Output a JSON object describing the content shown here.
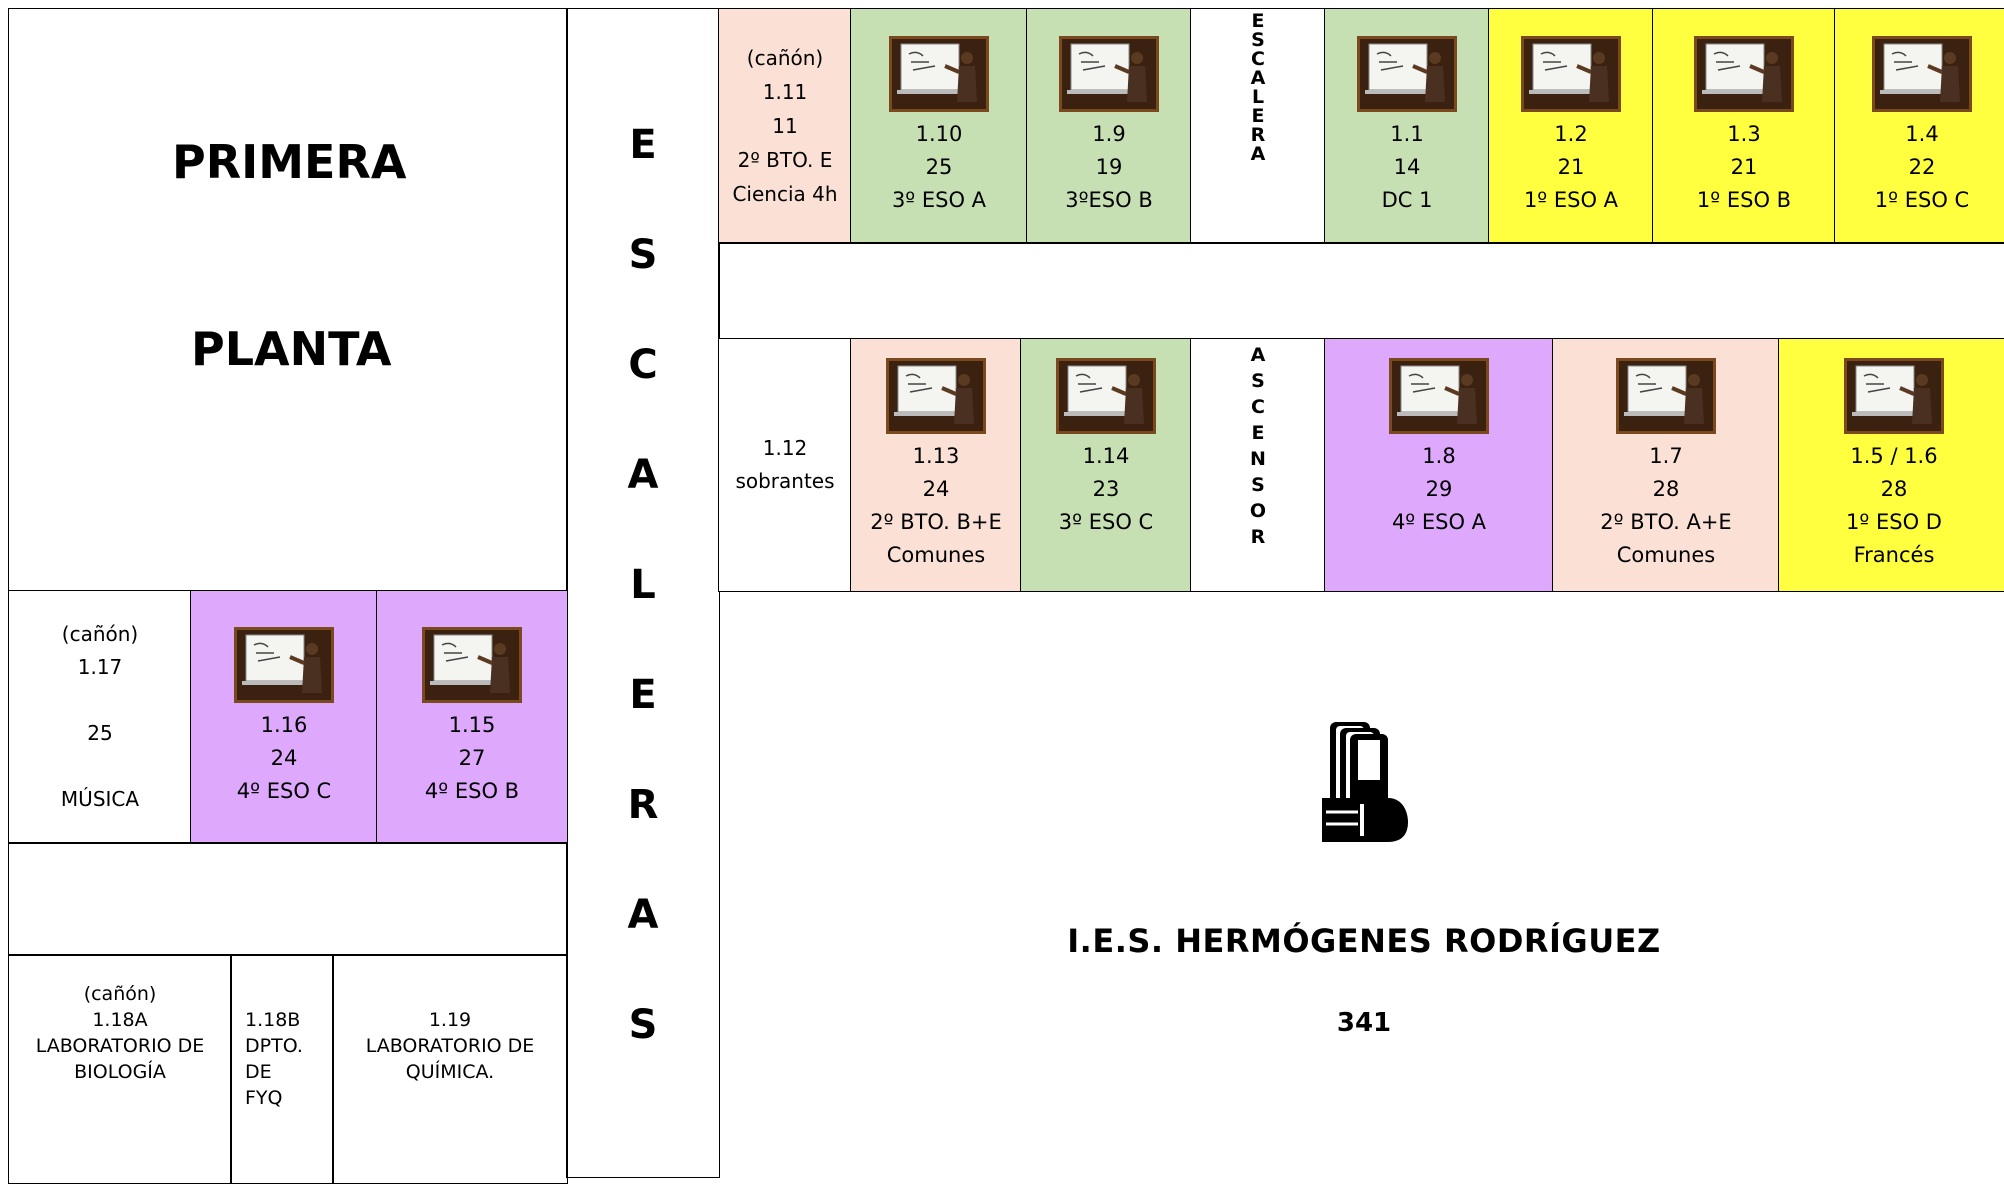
{
  "title": {
    "line1": "PRIMERA",
    "line2": "PLANTA"
  },
  "stairs": {
    "label": "ESCALERAS",
    "letters": [
      "E",
      "S",
      "C",
      "A",
      "L",
      "E",
      "R",
      "A",
      "S"
    ]
  },
  "top_row": [
    {
      "lines": [
        "(cañón)",
        "1.11",
        "11",
        "2º BTO. E",
        "Ciencia 4h"
      ],
      "board": false,
      "color": "#fbe1d5"
    },
    {
      "lines": [
        "1.10",
        "25",
        "3º ESO A"
      ],
      "board": true,
      "color": "#c6e0b4"
    },
    {
      "lines": [
        "1.9",
        "19",
        "3ºESO B"
      ],
      "board": true,
      "color": "#c6e0b4"
    },
    {
      "lines": [
        "1.1",
        "14",
        "DC 1"
      ],
      "board": true,
      "color": "#c6e0b4"
    },
    {
      "lines": [
        "1.2",
        "21",
        "1º ESO A"
      ],
      "board": true,
      "color": "#ffff3f"
    },
    {
      "lines": [
        "1.3",
        "21",
        "1º ESO B"
      ],
      "board": true,
      "color": "#ffff3f"
    },
    {
      "lines": [
        "1.4",
        "22",
        "1º ESO C"
      ],
      "board": true,
      "color": "#ffff3f"
    }
  ],
  "escalera": {
    "label": "ESCALERA",
    "letters": [
      "E",
      "S",
      "C",
      "A",
      "L",
      "E",
      "R",
      "A"
    ]
  },
  "ascensor": {
    "label": "ASCENSOR",
    "letters": [
      "A",
      "S",
      "C",
      "E",
      "N",
      "S",
      "O",
      "R"
    ]
  },
  "bottom_row": [
    {
      "lines": [
        "1.12",
        "sobrantes"
      ],
      "board": false,
      "color": "#ffffff"
    },
    {
      "lines": [
        "1.13",
        "24",
        "2º BTO. B+E",
        "Comunes"
      ],
      "board": true,
      "color": "#fbe1d5"
    },
    {
      "lines": [
        "1.14",
        "23",
        "3º ESO C"
      ],
      "board": true,
      "color": "#c6e0b4"
    },
    {
      "lines": [
        "1.8",
        "29",
        "4º ESO A"
      ],
      "board": true,
      "color": "#dea8fc"
    },
    {
      "lines": [
        "1.7",
        "28",
        "2º BTO. A+E",
        "Comunes"
      ],
      "board": true,
      "color": "#fbe1d5"
    },
    {
      "lines": [
        "1.5 / 1.6",
        "28",
        "1º ESO D",
        "Francés"
      ],
      "board": true,
      "color": "#ffff3f"
    }
  ],
  "left_rooms": [
    {
      "lines": [
        "(cañón)",
        "1.17",
        "25",
        "MÚSICA"
      ],
      "board": false,
      "color": "#ffffff"
    },
    {
      "lines": [
        "1.16",
        "24",
        "4º ESO C"
      ],
      "board": true,
      "color": "#dea8fc"
    },
    {
      "lines": [
        "1.15",
        "27",
        "4º ESO B"
      ],
      "board": true,
      "color": "#dea8fc"
    }
  ],
  "labs": [
    {
      "lines": [
        "(cañón)",
        "1.18A",
        "LABORATORIO DE",
        "BIOLOGÍA"
      ]
    },
    {
      "lines": [
        "1.18B",
        "DPTO.",
        "DE",
        "FYQ"
      ]
    },
    {
      "lines": [
        "1.19",
        "LABORATORIO DE",
        "QUÍMICA."
      ]
    }
  ],
  "school": {
    "name": "I.E.S. HERMÓGENES RODRÍGUEZ",
    "total": "341",
    "logo": "school-logo"
  },
  "icons": {
    "board": "interactive-whiteboard-photo"
  }
}
